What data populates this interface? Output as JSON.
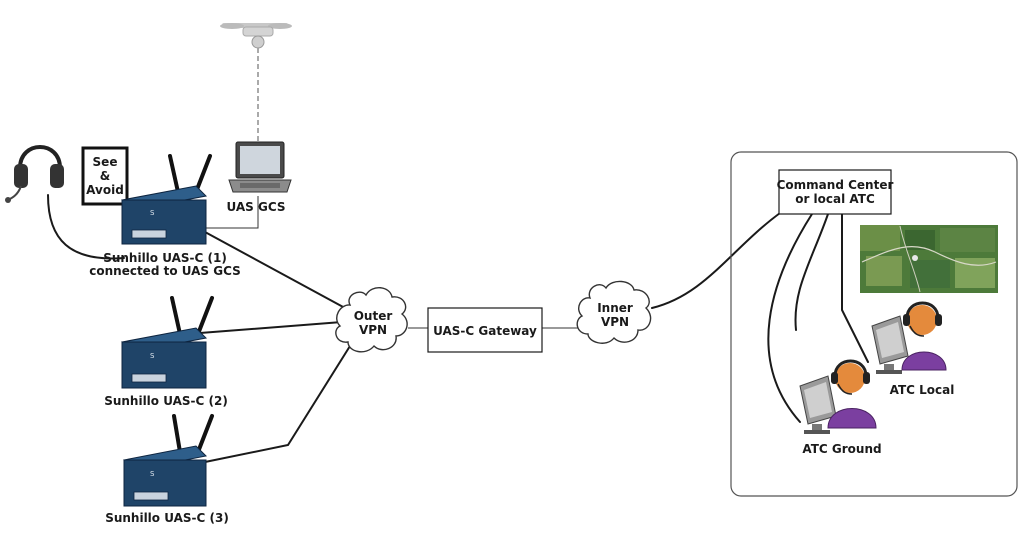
{
  "labels": {
    "see_avoid_1": "See",
    "see_avoid_2": "&",
    "see_avoid_3": "Avoid",
    "uas_gcs": "UAS GCS",
    "router1_line1": "Sunhillo UAS-C (1)",
    "router1_line2": "connected to UAS GCS",
    "router2": "Sunhillo UAS-C (2)",
    "router3": "Sunhillo UAS-C (3)",
    "outer_vpn_1": "Outer",
    "outer_vpn_2": "VPN",
    "gateway": "UAS-C Gateway",
    "inner_vpn_1": "Inner",
    "inner_vpn_2": "VPN",
    "command_center_1": "Command Center",
    "command_center_2": "or local ATC",
    "atc_local": "ATC Local",
    "atc_ground": "ATC Ground"
  },
  "colors": {
    "router": "#1f4468",
    "operator_shirt": "#7b3fa0",
    "operator_skin": "#e48a3c",
    "headset": "#222222",
    "map": "#4d7a3a"
  },
  "icons": [
    "drone-icon",
    "laptop-icon",
    "headset-icon",
    "router-icon",
    "cloud-icon",
    "monitor-icon",
    "operator-icon",
    "satellite-map"
  ]
}
